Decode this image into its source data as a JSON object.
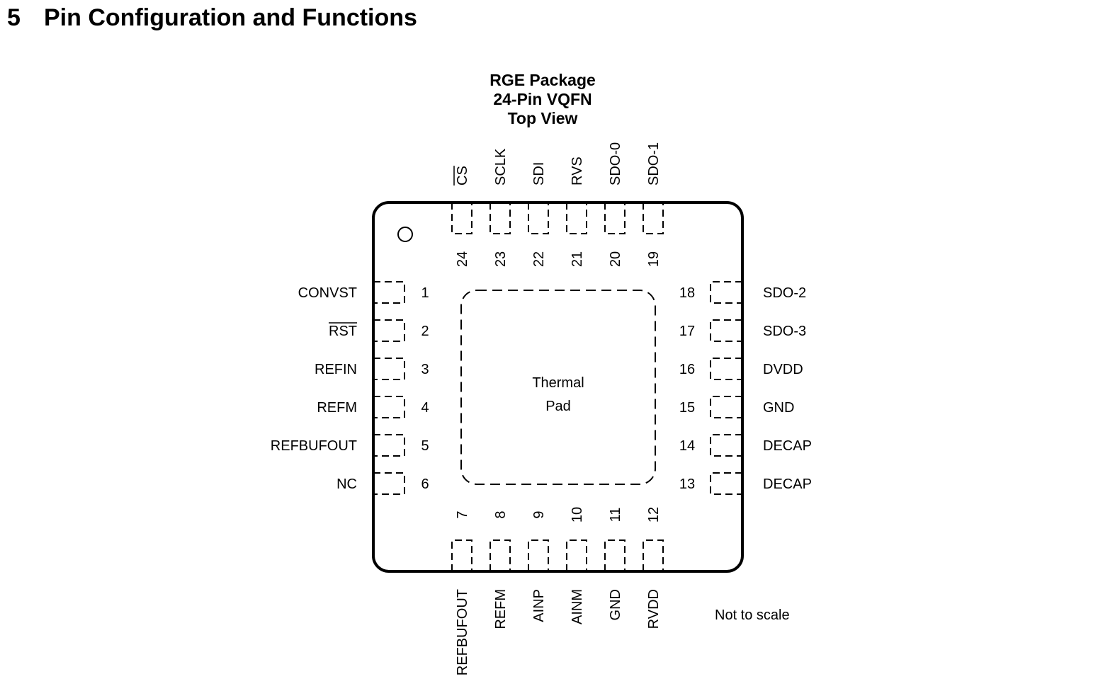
{
  "section": {
    "number": "5",
    "title": "Pin Configuration and Functions"
  },
  "package": {
    "line1": "RGE Package",
    "line2": "24-Pin VQFN",
    "line3": "Top View"
  },
  "thermal_pad": {
    "line1": "Thermal",
    "line2": "Pad"
  },
  "note": "Not to scale",
  "pins": {
    "left": [
      {
        "num": "1",
        "name": "CONVST",
        "overbar": false
      },
      {
        "num": "2",
        "name": "RST",
        "overbar": true
      },
      {
        "num": "3",
        "name": "REFIN",
        "overbar": false
      },
      {
        "num": "4",
        "name": "REFM",
        "overbar": false
      },
      {
        "num": "5",
        "name": "REFBUFOUT",
        "overbar": false
      },
      {
        "num": "6",
        "name": "NC",
        "overbar": false
      }
    ],
    "right": [
      {
        "num": "18",
        "name": "SDO-2",
        "overbar": false
      },
      {
        "num": "17",
        "name": "SDO-3",
        "overbar": false
      },
      {
        "num": "16",
        "name": "DVDD",
        "overbar": false
      },
      {
        "num": "15",
        "name": "GND",
        "overbar": false
      },
      {
        "num": "14",
        "name": "DECAP",
        "overbar": false
      },
      {
        "num": "13",
        "name": "DECAP",
        "overbar": false
      }
    ],
    "top": [
      {
        "num": "24",
        "name": "CS",
        "overbar": true
      },
      {
        "num": "23",
        "name": "SCLK",
        "overbar": false
      },
      {
        "num": "22",
        "name": "SDI",
        "overbar": false
      },
      {
        "num": "21",
        "name": "RVS",
        "overbar": false
      },
      {
        "num": "20",
        "name": "SDO-0",
        "overbar": false
      },
      {
        "num": "19",
        "name": "SDO-1",
        "overbar": false
      }
    ],
    "bottom": [
      {
        "num": "7",
        "name": "REFBUFOUT",
        "overbar": false
      },
      {
        "num": "8",
        "name": "REFM",
        "overbar": false
      },
      {
        "num": "9",
        "name": "AINP",
        "overbar": false
      },
      {
        "num": "10",
        "name": "AINM",
        "overbar": false
      },
      {
        "num": "11",
        "name": "GND",
        "overbar": false
      },
      {
        "num": "12",
        "name": "RVDD",
        "overbar": false
      }
    ]
  }
}
